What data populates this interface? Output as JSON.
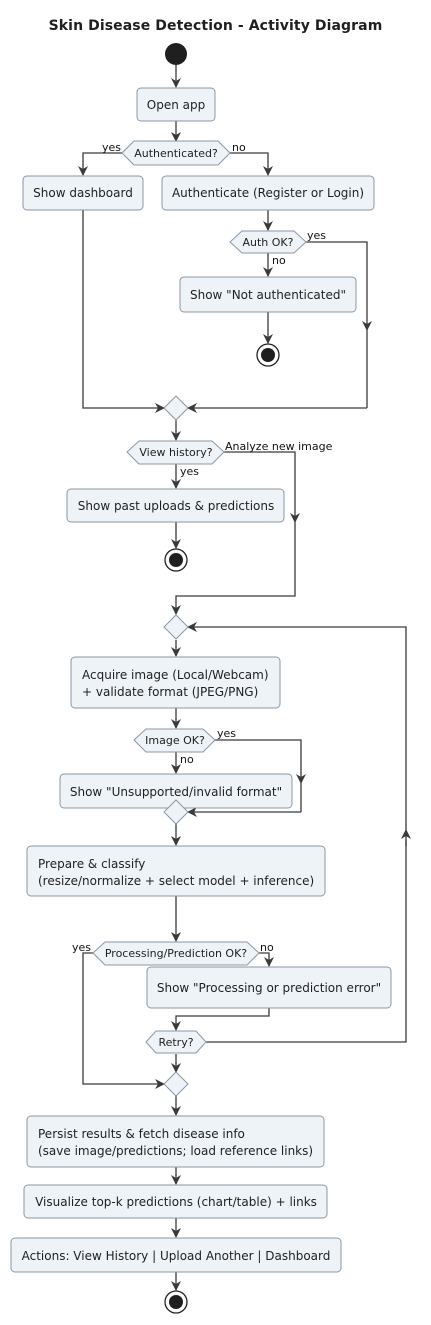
{
  "title": "Skin Disease Detection - Activity Diagram",
  "colors": {
    "node_fill": "#eef3f7",
    "node_stroke": "#8b97a3",
    "edge": "#3a3a3a",
    "start_end": "#1f1f1f"
  },
  "nodes": {
    "open_app": "Open app",
    "authenticated_q": "Authenticated?",
    "show_dashboard": "Show dashboard",
    "authenticate": "Authenticate (Register or Login)",
    "auth_ok_q": "Auth OK?",
    "not_authenticated": "Show \"Not authenticated\"",
    "view_history_q": "View history?",
    "show_past": "Show past uploads & predictions",
    "acquire_line1": "Acquire image (Local/Webcam)",
    "acquire_line2": "+ validate format (JPEG/PNG)",
    "image_ok_q": "Image OK?",
    "unsupported": "Show \"Unsupported/invalid format\"",
    "prepare_line1": "Prepare & classify",
    "prepare_line2": "(resize/normalize + select model + inference)",
    "processing_ok_q": "Processing/Prediction OK?",
    "processing_error": "Show \"Processing or prediction error\"",
    "retry_q": "Retry?",
    "persist_line1": "Persist results & fetch disease info",
    "persist_line2": "(save image/predictions; load reference links)",
    "visualize": "Visualize top-k predictions (chart/table) + links",
    "actions": "Actions: View History | Upload Another | Dashboard"
  },
  "edge_labels": {
    "auth_yes": "yes",
    "auth_no": "no",
    "authok_yes": "yes",
    "authok_no": "no",
    "history_yes": "yes",
    "history_new": "Analyze new image",
    "image_yes": "yes",
    "image_no": "no",
    "proc_yes": "yes",
    "proc_no": "no"
  }
}
